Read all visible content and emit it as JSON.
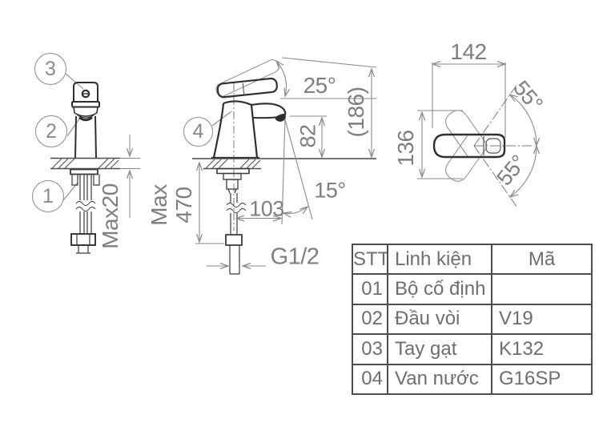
{
  "title": "Faucet technical drawing",
  "colors": {
    "background": "#ffffff",
    "dimension_line": "#8a8a8a",
    "dimension_text": "#7e7e7e",
    "outline": "#2f2f2f",
    "detail_line": "#555555",
    "table_border": "#4d4d4d",
    "table_text": "#6e6e6e"
  },
  "callouts": {
    "c1": "1",
    "c2": "2",
    "c3": "3",
    "c4": "4"
  },
  "labels": {
    "max_deck": "Max20",
    "max_word": "Max",
    "max_hose": "470",
    "reach": "103",
    "spout_angle": "15°",
    "thread": "G1/2",
    "spout_height": "82",
    "total_height": "(186)",
    "handle_angle": "25°",
    "top_width": "142",
    "top_depth": "136",
    "swing_up": "55°",
    "swing_down": "55°"
  },
  "table": {
    "headers": [
      "STT",
      "Linh kiện",
      "Mã"
    ],
    "rows": [
      [
        "01",
        "Bộ cố định",
        ""
      ],
      [
        "02",
        "Đầu vòi",
        "V19"
      ],
      [
        "03",
        "Tay gạt",
        "K132"
      ],
      [
        "04",
        "Van nước",
        "G16SP"
      ]
    ]
  }
}
